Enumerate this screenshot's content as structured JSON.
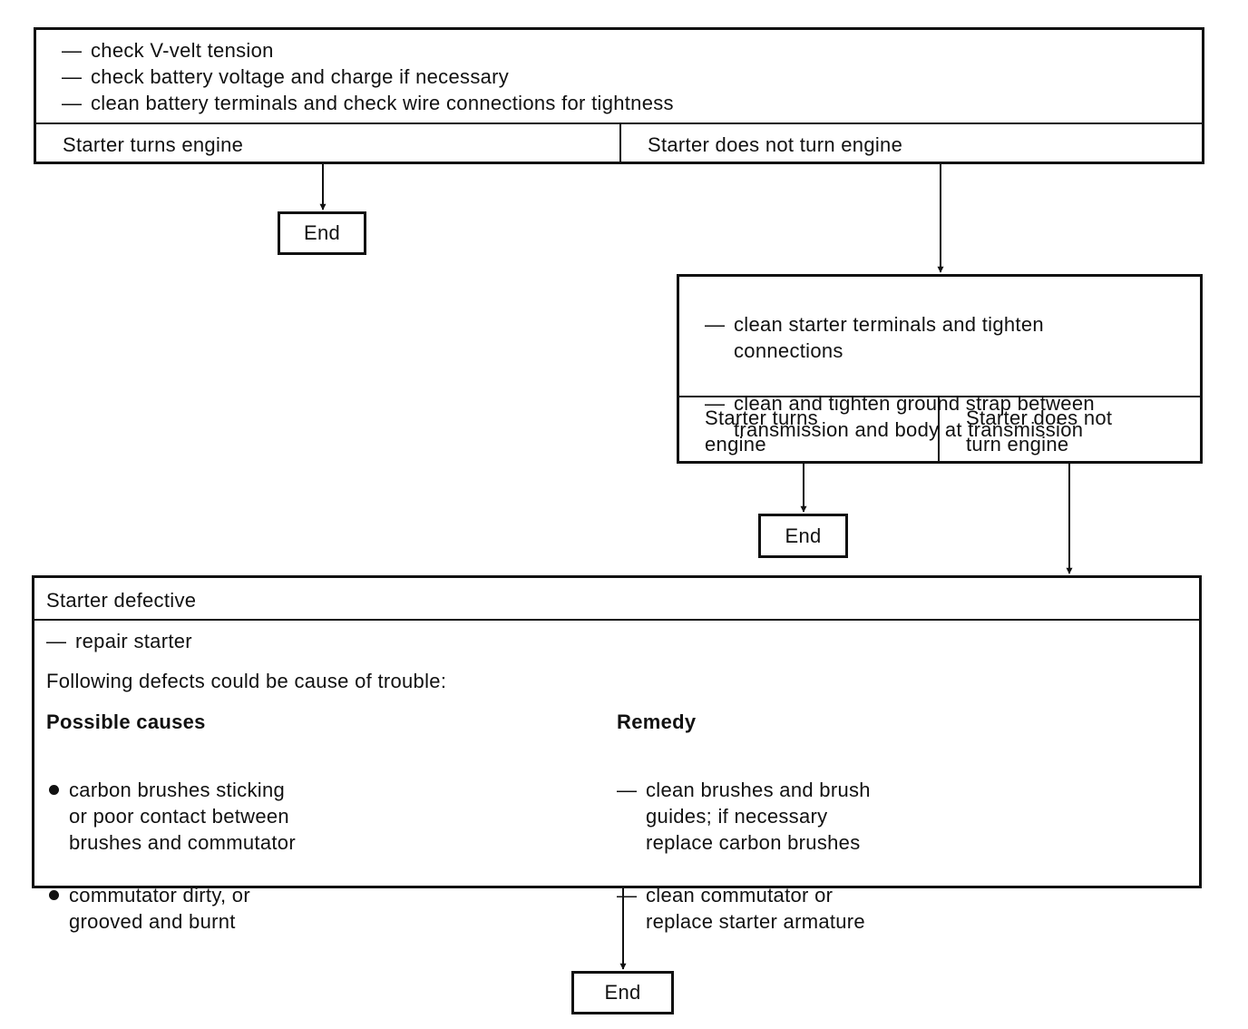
{
  "box1": {
    "checks": [
      "check V-velt tension",
      "check battery voltage and charge if necessary",
      "clean battery terminals and check wire connections for tightness"
    ],
    "branch_left": "Starter turns engine",
    "branch_right": "Starter does not turn engine"
  },
  "end1": "End",
  "box2": {
    "checks": [
      "clean starter terminals and tighten\nconnections",
      "clean and tighten ground strap between\ntransmission and body at transmission"
    ],
    "branch_left": "Starter turns\nengine",
    "branch_right": "Starter does not\nturn engine"
  },
  "end2": "End",
  "box3": {
    "title": "Starter defective",
    "action": "repair starter",
    "intro": "Following defects could be cause of trouble:",
    "causes_heading": "Possible causes",
    "remedy_heading": "Remedy",
    "causes": [
      "carbon brushes sticking\nor poor contact between\nbrushes and commutator",
      "commutator dirty, or\ngrooved and burnt"
    ],
    "remedies": [
      "clean brushes and brush\nguides; if necessary\nreplace carbon brushes",
      "clean commutator or\nreplace starter armature"
    ]
  },
  "end3": "End"
}
